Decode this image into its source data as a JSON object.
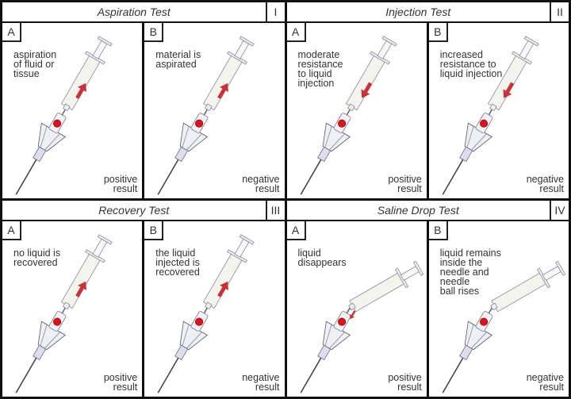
{
  "tests": [
    {
      "title": "Aspiration Test",
      "numeral": "I",
      "panels": [
        {
          "label": "A",
          "description": "aspiration\nof fluid or\ntissue",
          "result": "positive\nresult",
          "arrow": "up"
        },
        {
          "label": "B",
          "description": "material is\naspirated",
          "result": "negative\nresult",
          "arrow": "up"
        }
      ]
    },
    {
      "title": "Injection Test",
      "numeral": "II",
      "panels": [
        {
          "label": "A",
          "description": "moderate\nresistance\nto liquid\ninjection",
          "result": "positive\nresult",
          "arrow": "down"
        },
        {
          "label": "B",
          "description": "increased\nresistance to\nliquid injection",
          "result": "negative\nresult",
          "arrow": "down"
        }
      ]
    },
    {
      "title": "Recovery Test",
      "numeral": "III",
      "panels": [
        {
          "label": "A",
          "description": "no liquid is\nrecovered",
          "result": "positive\nresult",
          "arrow": "up"
        },
        {
          "label": "B",
          "description": "the liquid\ninjected is\nrecovered",
          "result": "negative\nresult",
          "arrow": "up"
        }
      ]
    },
    {
      "title": "Saline Drop Test",
      "numeral": "IV",
      "panels": [
        {
          "label": "A",
          "description": "liquid\ndisappears",
          "result": "positive\nresult",
          "arrow": "small-down"
        },
        {
          "label": "B",
          "description": "liquid remains\ninside the\nneedle and\nneedle\nball rises",
          "result": "negative\nresult",
          "arrow": "none"
        }
      ]
    }
  ],
  "colors": {
    "ball": "#d8141e",
    "arrow": "#c8323a",
    "border": "#111111"
  }
}
